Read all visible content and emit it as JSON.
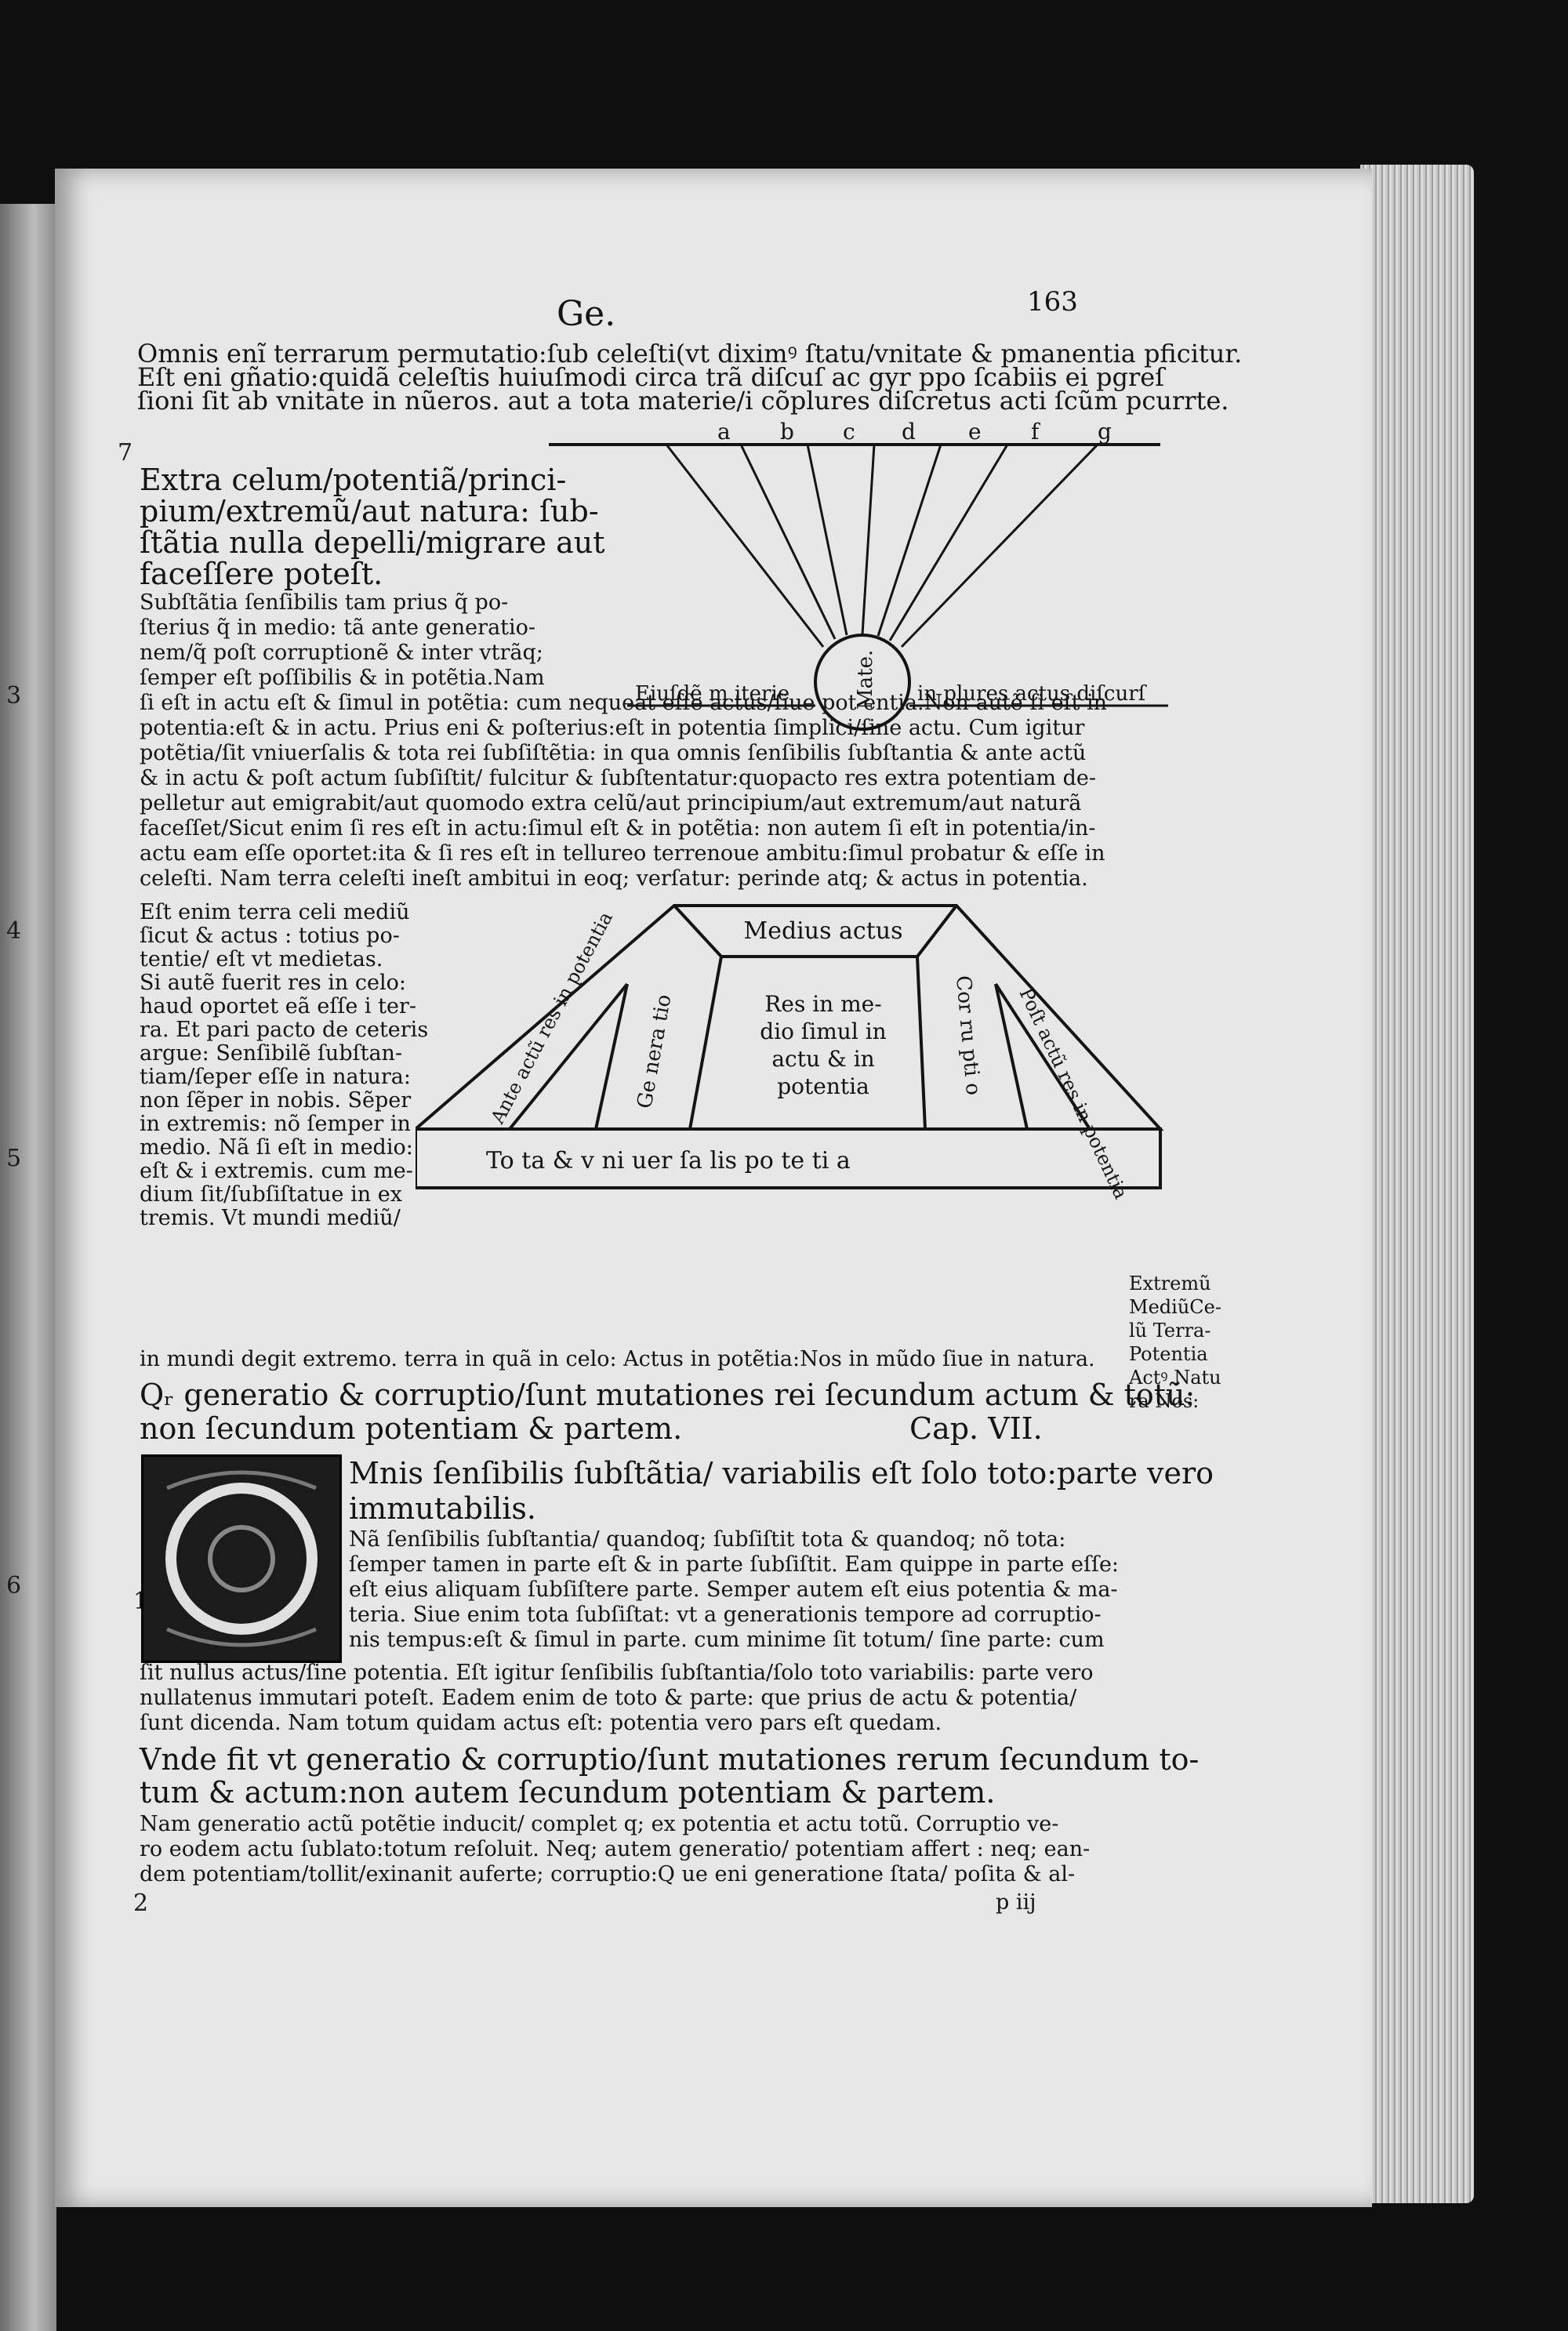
{
  "header": {
    "title": "Ge.",
    "folio": "163"
  },
  "intro_lines": [
    "Omnis enĩ terrarum permutatio:ſub celeſti(vt diximꝰ ſtatu/vnitate & pmanentia pficitur.",
    "Eſt eni gñatio:quidã celeſtis huiuſmodi circa trã diſcuſ ac gyr ppo ſcabiis ei pgreſ",
    "ſioni ſit ab vnitate in nũeros. aut a tota materie/i cõplures diſcretus acti ſcũm pcurrte."
  ],
  "diagram1": {
    "letters": [
      "a",
      "b",
      "c",
      "d",
      "e",
      "f",
      "g"
    ],
    "left_label": "Eiuſdẽ m iterie",
    "center_label": "Mate.",
    "right_label": "in plures actus diſcurſ"
  },
  "heading1": [
    "Extra celum/potentiã/princi-",
    "pium/extremũ/aut natura: ſub-",
    "ſtãtia nulla depelli/migrare aut",
    "faceſſere poteſt."
  ],
  "col1_lines": [
    "Subſtãtia ſenſibilis tam prius q̃ po-",
    "ſterius q̃ in medio: tã ante generatio-",
    "nem/q̃ poſt corruptionẽ & inter vtrãq;",
    "ſemper eſt poſſibilis & in potẽtia.Nam"
  ],
  "full_lines1": [
    "ſi eſt in actu eſt & ſimul in potẽtia: cum nequeat eſſe actus/ſiue pot entia.Non autẽ ſi eſt in",
    "potentia:eſt & in actu. Prius eni & poſterius:eſt in potentia ſimplici/ſine actu. Cum igitur",
    "potẽtia/ſit vniuerſalis & tota rei ſubſiſtẽtia: in qua omnis ſenſibilis ſubſtantia & ante actũ",
    "& in actu & poſt actum ſubſiſtit/ fulcitur & ſubſtentatur:quopacto res extra potentiam de-",
    "pelletur aut emigrabit/aut quomodo extra celũ/aut principium/aut extremum/aut naturã",
    "faceſſet/Sicut enim ſi res eſt in actu:ſimul eſt & in potẽtia: non autem ſi eſt in potentia/in-",
    "actu eam eſſe oportet:ita & ſi res eſt in tellureo terrenoue ambitu:ſimul probatur & eſſe in",
    "celeſti. Nam terra celeſti ineſt ambitui in eoq; verſatur: perinde atq; & actus in potentia."
  ],
  "col2_lines": [
    "Eſt enim terra celi mediũ",
    "ſicut & actus : totius po-",
    "tentie/ eſt vt medietas.",
    "Si autẽ fuerit res in celo:",
    "haud oportet eã eſſe i ter-",
    "ra. Et pari pacto de ceteris",
    "argue: Senſibilẽ ſubſtan-",
    "tiam/ſeper eſſe in natura:",
    "non ſẽper in nobis. Sẽper",
    "in extremis: nõ ſemper in",
    "medio. Nã ſi eſt in medio:",
    "eſt & i extremis. cum me-",
    "dium ſit/ſubſiſtatue in ex",
    "tremis. Vt mundi mediũ/"
  ],
  "diagram2": {
    "top": "Medius actus",
    "center": [
      "Res in me-",
      "dio ſimul in",
      "actu & in",
      "potentia"
    ],
    "left_outer": "Ante actũ res in potentia",
    "left_inner": "Ge nera tio",
    "right_inner": "Cor ru pti o",
    "right_outer": "Poſt actũ res in potentia",
    "bottom": "To ta  &   v ni   uer  ſa lis  po   te   ti a"
  },
  "side_note": [
    "Extremũ",
    "MediũCe-",
    "lũ Terra-",
    "Potentia",
    "Actꝰ Natu",
    "ra Nos:"
  ],
  "line_after_diag": "in mundi degit extremo. terra in quã in celo: Actus in potẽtia:Nos in mũdo ſiue in natura.",
  "heading2": [
    "Qᵣ generatio & corruptio/ſunt mutationes rei ſecundum actum & totũ:",
    "non ſecundum potentiam & partem."
  ],
  "chapter": "Cap. VII.",
  "para2_first": [
    "Mnis ſenſibilis ſubſtãtia/ variabilis eſt ſolo toto:parte vero",
    "immutabilis."
  ],
  "para2_lines": [
    "Nã ſenſibilis ſubſtantia/ quandoq; ſubſiſtit tota & quandoq; nõ tota:",
    "ſemper tamen in parte eſt & in parte ſubſiſtit. Eam quippe in parte eſſe:",
    "eſt eius aliquam ſubſiſtere parte. Semper autem eſt eius potentia & ma-",
    "teria. Siue enim tota ſubſiſtat: vt a generationis tempore ad corruptio-",
    "nis tempus:eſt & ſimul in parte. cum minime ſit totum/ ſine parte: cum",
    "ſit nullus actus/ſine potentia. Eſt igitur ſenſibilis ſubſtantia/ſolo toto variabilis: parte vero",
    "nullatenus immutari poteſt. Eadem enim de toto & parte: que prius de actu & potentia/",
    "ſunt dicenda. Nam totum quidam actus eſt: potentia vero pars eſt quedam."
  ],
  "heading3": [
    "Vnde fit vt generatio & corruptio/ſunt mutationes rerum ſecundum to-",
    "tum & actum:non autem ſecundum potentiam & partem."
  ],
  "para3_lines": [
    "Nam generatio actũ potẽtie inducit/ complet q; ex potentia et actu totũ. Corruptio ve-",
    "ro eodem actu ſublato:totum reſoluit. Neq; autem generatio/ potentiam affert : neq; ean-",
    "dem potentiam/tollit/exinanit auferte; corruptio:Q ue eni generatione ſtata/ poſita & al-"
  ],
  "signature": "p iij",
  "margin_numbers": [
    "7",
    "3",
    "4",
    "5",
    "1",
    "6",
    "2"
  ]
}
